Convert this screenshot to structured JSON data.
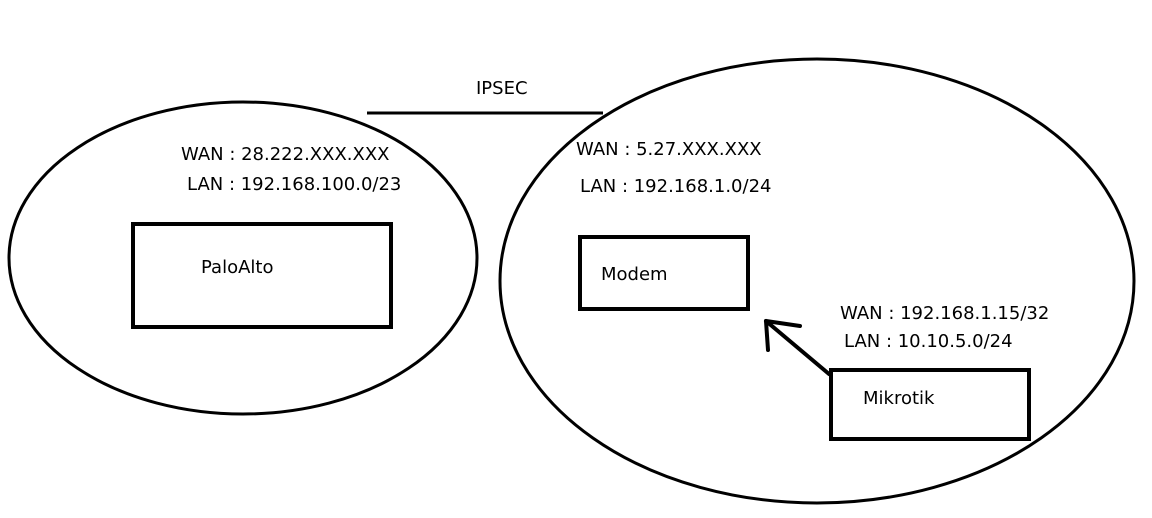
{
  "tunnel": {
    "label": "IPSEC"
  },
  "site_paloalto": {
    "wan": "WAN : 28.222.XXX.XXX",
    "lan": "LAN : 192.168.100.0/23",
    "device": "PaloAlto"
  },
  "site_modem": {
    "wan": "WAN : 5.27.XXX.XXX",
    "lan": "LAN : 192.168.1.0/24",
    "device": "Modem"
  },
  "mikrotik": {
    "wan": "WAN : 192.168.1.15/32",
    "lan": "LAN : 10.10.5.0/24",
    "device": "Mikrotik"
  },
  "colors": {
    "stroke": "#000000",
    "background": "#ffffff"
  }
}
